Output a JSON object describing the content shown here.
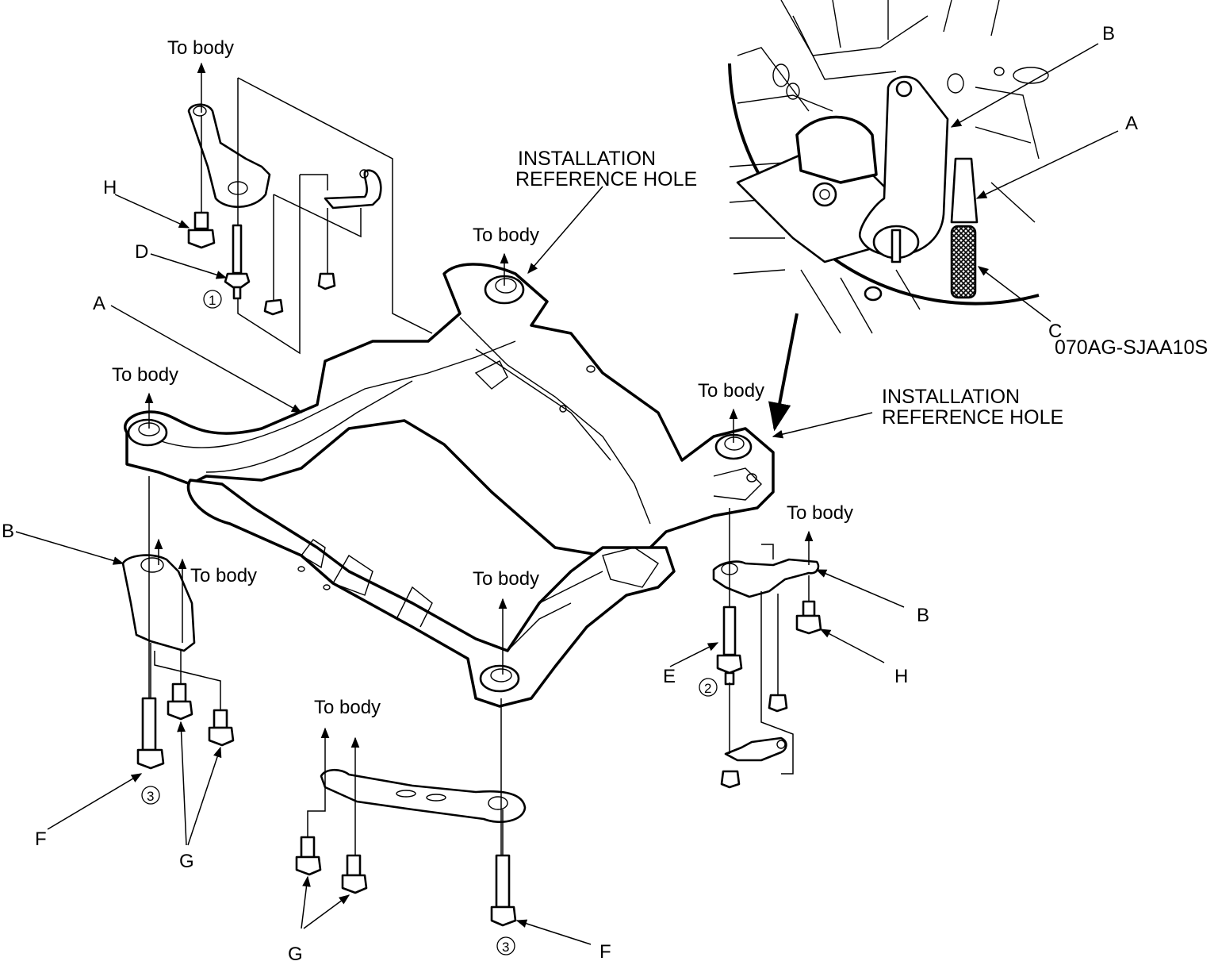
{
  "labels": {
    "to_body": "To body",
    "installation_ref_1": "INSTALLATION",
    "installation_ref_2": "REFERENCE HOLE",
    "figure_code": "070AG-SJAA10S",
    "A": "A",
    "B": "B",
    "C": "C",
    "D": "D",
    "E": "E",
    "F": "F",
    "G": "G",
    "H": "H",
    "step1": "1",
    "step2": "2",
    "step3": "3"
  }
}
